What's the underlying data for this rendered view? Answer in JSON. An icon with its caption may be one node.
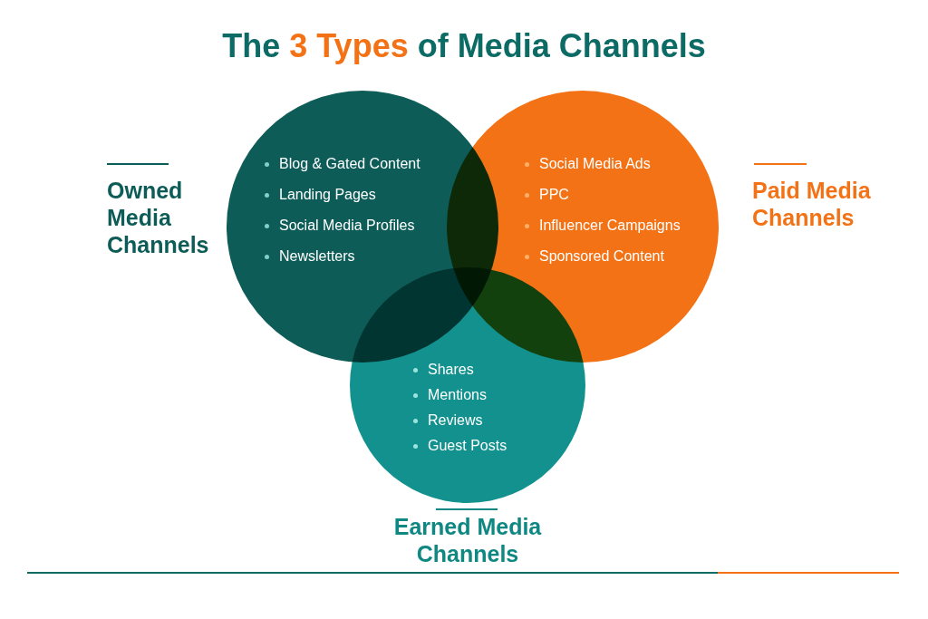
{
  "diagram": {
    "title": "The **3 Types** of Media Channels",
    "nodes": [
      {
        "text": [
          "Blog & Gated Content",
          "Landing Pages",
          "Social Media Profiles",
          "Newsletters"
        ],
        "beside": [
          "Owned Media Channels"
        ]
      },
      {
        "text": [
          "Social Media Ads",
          "PPC",
          "Influencer Campaigns",
          "Sponsored Content"
        ],
        "beside": [
          "Paid Media Channels"
        ]
      },
      {
        "text": [
          "Shares",
          "Mentions",
          "Reviews",
          "Guest Posts"
        ],
        "beside": [
          "Earned Media Channels"
        ]
      }
    ],
    "edges": []
  }
}
